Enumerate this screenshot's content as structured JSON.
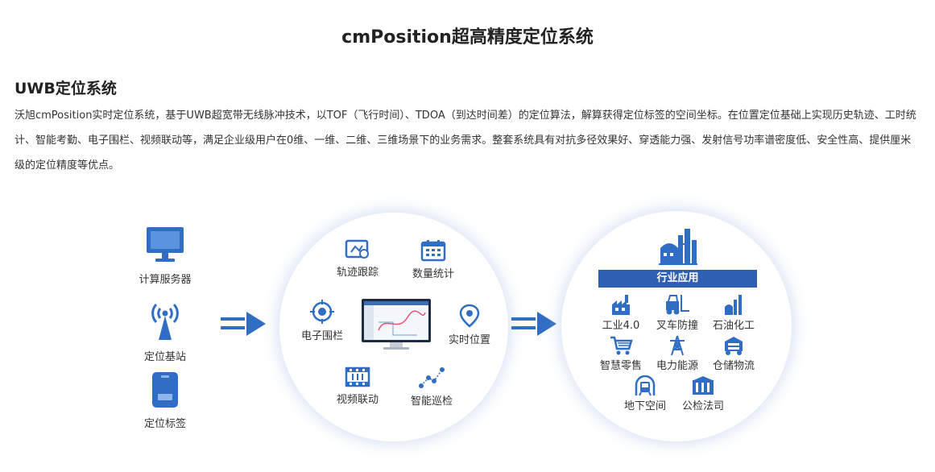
{
  "page": {
    "title": "cmPosition超高精度定位系统"
  },
  "section": {
    "title": "UWB定位系统",
    "description": "沃旭cmPosition实时定位系统，基于UWB超宽带无线脉冲技术，以TOF（飞行时间）、TDOA（到达时间差）的定位算法，解算获得定位标签的空间坐标。在位置定位基础上实现历史轨迹、工时统计、智能考勤、电子围栏、视频联动等，满足企业级用户在0维、一维、二维、三维场景下的业务需求。整套系统具有对抗多径效果好、穿透能力强、发射信号功率谱密度低、安全性高、提供厘米级的定位精度等优点。"
  },
  "hardware": [
    {
      "label": "计算服务器",
      "icon": "monitor-icon"
    },
    {
      "label": "定位基站",
      "icon": "antenna-icon"
    },
    {
      "label": "定位标签",
      "icon": "tag-icon"
    }
  ],
  "features": {
    "trajectory": "轨迹跟踪",
    "statistics": "数量统计",
    "fence": "电子围栏",
    "realtime": "实时位置",
    "video": "视频联动",
    "patrol": "智能巡检"
  },
  "industry": {
    "banner": "行业应用",
    "items": [
      {
        "label": "工业4.0",
        "icon": "factory-icon"
      },
      {
        "label": "叉车防撞",
        "icon": "forklift-icon"
      },
      {
        "label": "石油化工",
        "icon": "refinery-icon"
      },
      {
        "label": "智慧零售",
        "icon": "cart-icon"
      },
      {
        "label": "电力能源",
        "icon": "pylon-icon"
      },
      {
        "label": "仓储物流",
        "icon": "truck-icon"
      },
      {
        "label": "地下空间",
        "icon": "subway-icon"
      },
      {
        "label": "公检法司",
        "icon": "building-icon"
      }
    ]
  },
  "colors": {
    "accent": "#2f6ec4",
    "banner": "#2f5fb3"
  }
}
